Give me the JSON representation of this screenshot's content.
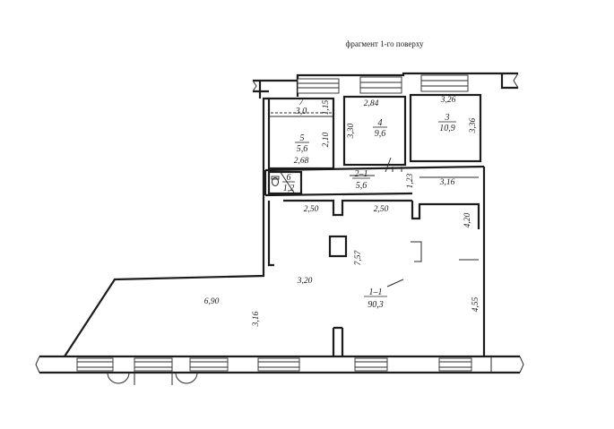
{
  "title": "фрагмент 1-го поверху",
  "rooms": [
    {
      "no": "7",
      "area": "3,0"
    },
    {
      "no": "5",
      "area": "5,6"
    },
    {
      "no": "4",
      "area": "9,6"
    },
    {
      "no": "3",
      "area": "10,9"
    },
    {
      "no": "6",
      "area": "1,2"
    },
    {
      "no": "2–1",
      "area": "5,6"
    },
    {
      "no": "1–1",
      "area": "90,3"
    }
  ],
  "dimensions": {
    "d_1_15": "1,15",
    "d_2_84": "2,84",
    "d_3_26": "3,26",
    "d_3_30": "3,30",
    "d_3_36": "3,36",
    "d_2_10": "2,10",
    "d_2_68": "2,68",
    "d_1_23": "1,23",
    "d_3_16_top": "3,16",
    "d_2_50_left": "2,50",
    "d_2_50_right": "2,50",
    "d_4_20": "4,20",
    "d_7_57": "7,57",
    "d_3_20": "3,20",
    "d_6_90": "6,90",
    "d_3_16_side": "3,16",
    "d_4_55": "4,55"
  }
}
